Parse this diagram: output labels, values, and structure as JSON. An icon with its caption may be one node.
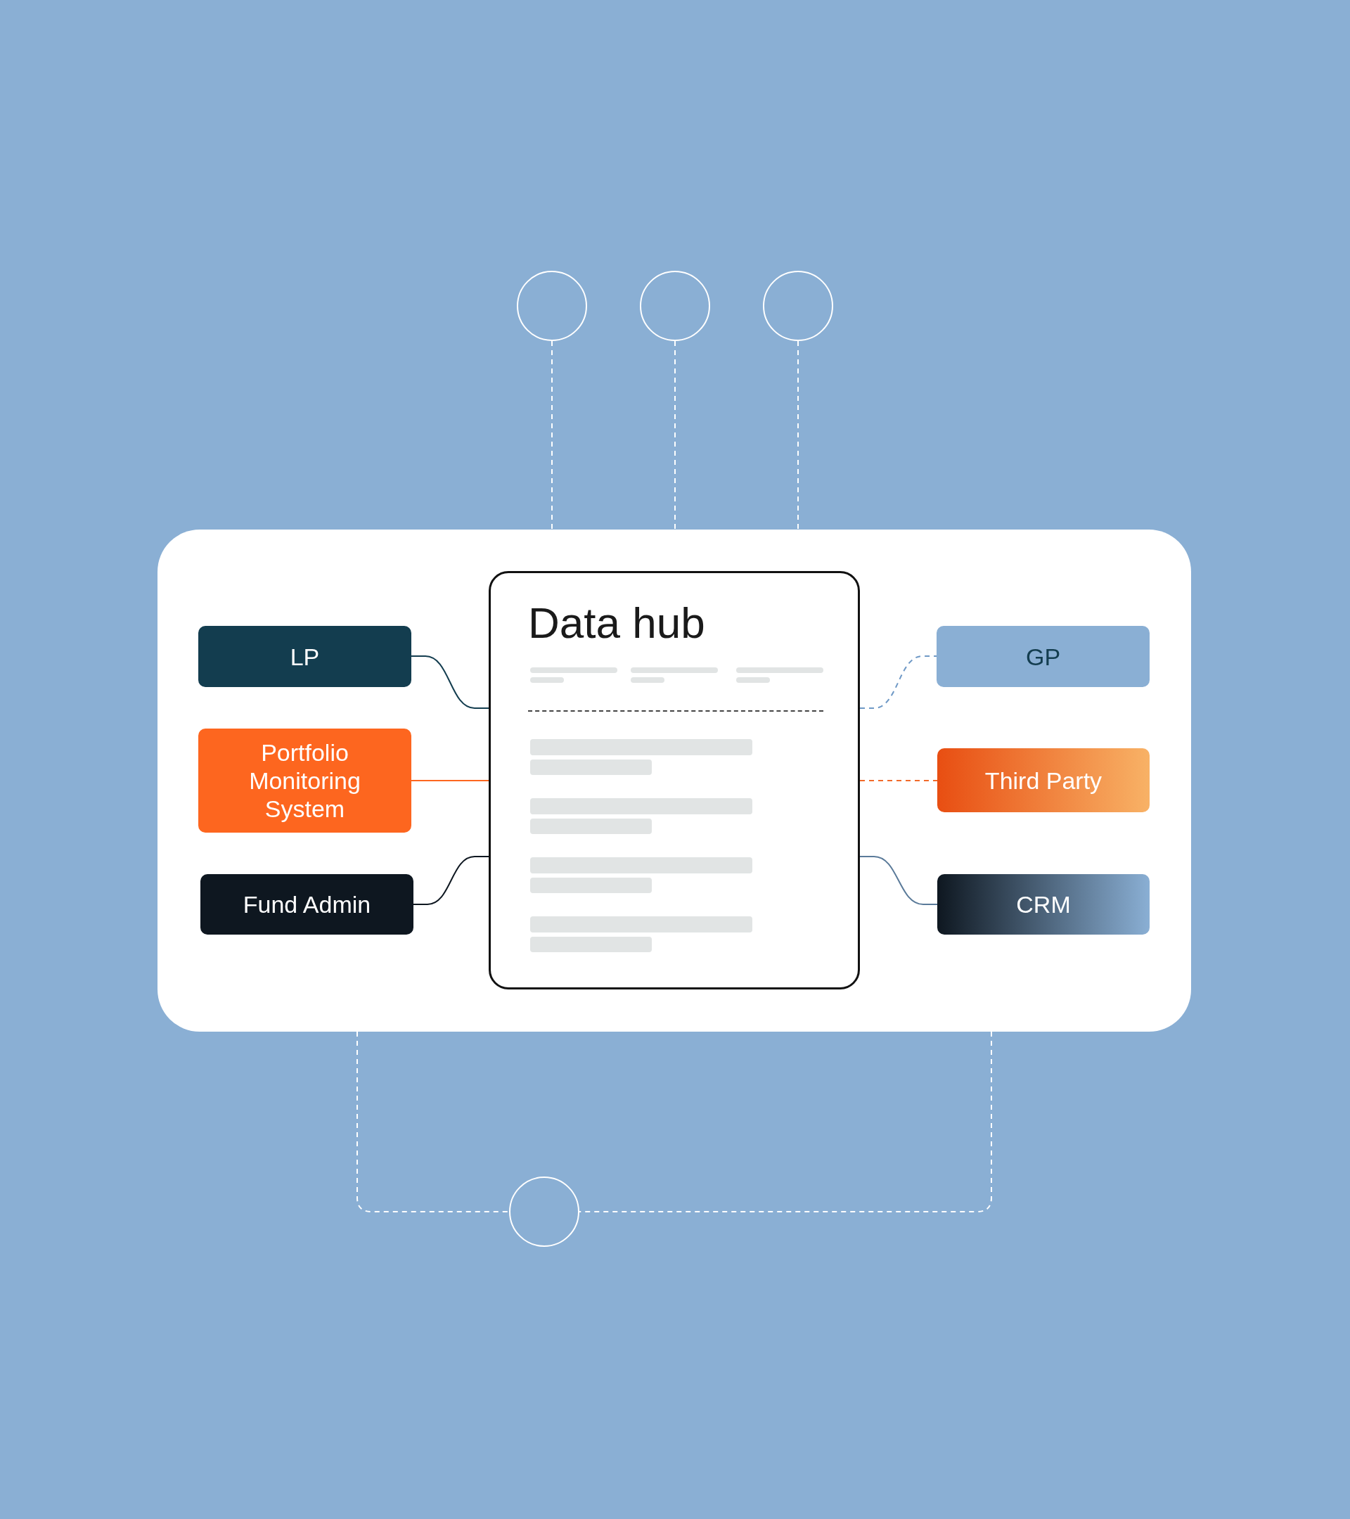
{
  "diagram": {
    "nodes": [
      {
        "text": [],
        "shape": "circle"
      },
      {
        "text": [],
        "shape": "circle"
      },
      {
        "text": [],
        "shape": "circle"
      },
      {
        "text": [],
        "shape": "box"
      },
      {
        "text": [
          "Data hub"
        ],
        "in": 3
      },
      {
        "text": [
          "LP"
        ],
        "in": 3
      },
      {
        "text": [
          "Portfolio Monitoring System"
        ],
        "in": 3
      },
      {
        "text": [
          "Fund Admin"
        ],
        "in": 3
      },
      {
        "text": [
          "GP"
        ],
        "in": 3
      },
      {
        "text": [
          "Third Party"
        ],
        "in": 3
      },
      {
        "text": [
          "CRM"
        ],
        "in": 3
      },
      {
        "text": [],
        "shape": "circle"
      }
    ],
    "edges": [
      {
        "from": 0,
        "to": 3,
        "arrow": "none",
        "style": "dashed"
      },
      {
        "from": 1,
        "to": 3,
        "arrow": "none",
        "style": "dashed"
      },
      {
        "from": 2,
        "to": 3,
        "arrow": "none",
        "style": "dashed"
      },
      {
        "from": 5,
        "to": 4,
        "arrow": "none",
        "color": "#133d4f"
      },
      {
        "from": 6,
        "to": 4,
        "arrow": "none",
        "color": "#fd661f"
      },
      {
        "from": 7,
        "to": 4,
        "arrow": "none",
        "color": "#0e1720"
      },
      {
        "from": 4,
        "to": 8,
        "arrow": "none",
        "style": "dashed",
        "color": "#6f99c6"
      },
      {
        "from": 4,
        "to": 9,
        "arrow": "none",
        "style": "dashed",
        "color": "#f26a2a"
      },
      {
        "from": 4,
        "to": 10,
        "arrow": "none",
        "color": "#5a7a99"
      },
      {
        "from": 3,
        "to": 11,
        "arrow": "none",
        "style": "dashed"
      },
      {
        "from": 3,
        "to": 11,
        "arrow": "none",
        "style": "dashed"
      }
    ]
  }
}
